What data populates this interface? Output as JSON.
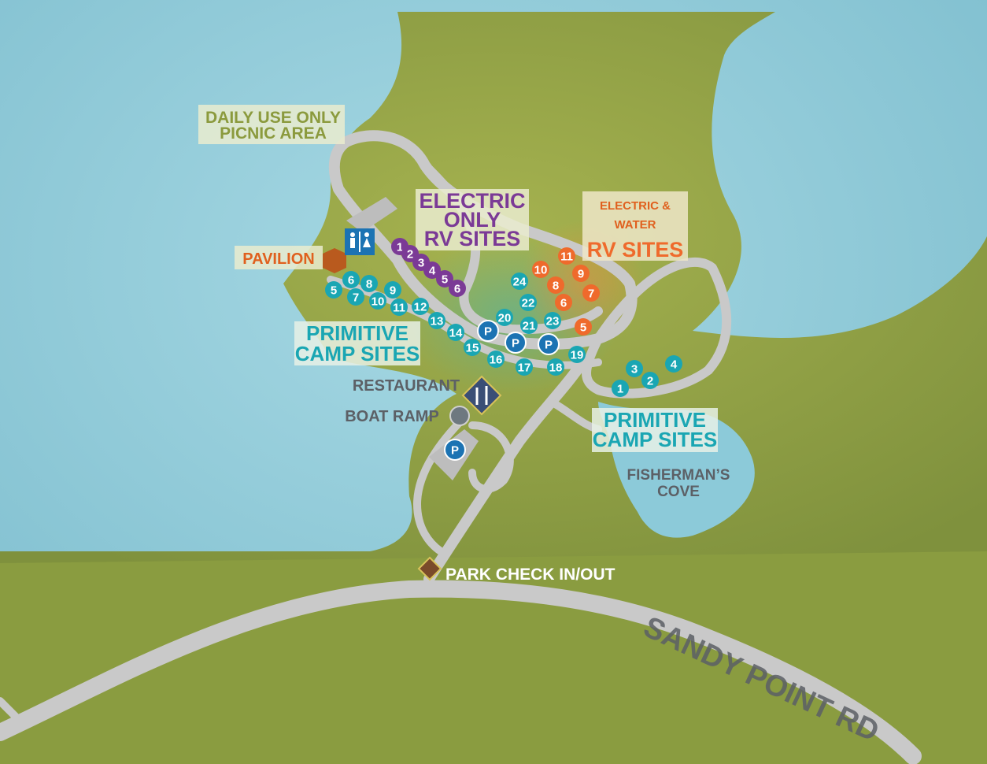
{
  "map": {
    "colors": {
      "water": "#8fcad8",
      "water_dark": "#6fb3c5",
      "land": "#8e9e44",
      "land_light": "#a3b050",
      "road": "#c9c9c9",
      "primitive": "#1aa6b3",
      "electric": "#7b3a96",
      "electric_water": "#ef6a2c",
      "parking": "#1c73b3",
      "facility": "#3a4e76",
      "pavilion": "#b95a1e",
      "label_gray": "#5c6066"
    },
    "labels": {
      "picnic_line1": "DAILY USE ONLY",
      "picnic_line2": "PICNIC AREA",
      "electric_line1": "ELECTRIC",
      "electric_line2": "ONLY",
      "electric_line3": "RV SITES",
      "ew_line1": "ELECTRIC &",
      "ew_line2": "WATER",
      "ew_line3": "RV SITES",
      "pavilion": "PAVILION",
      "primitive_west_line1": "PRIMITIVE",
      "primitive_west_line2": "CAMP SITES",
      "primitive_east_line1": "PRIMITIVE",
      "primitive_east_line2": "CAMP SITES",
      "restaurant": "RESTAURANT",
      "boat_ramp": "BOAT RAMP",
      "cove_line1": "FISHERMAN’S",
      "cove_line2": "COVE",
      "checkin": "PARK CHECK IN/OUT",
      "road": "SANDY POINT RD",
      "parking": "P"
    },
    "electric_sites": [
      "1",
      "2",
      "3",
      "4",
      "5",
      "6"
    ],
    "electric_water_sites": [
      "11",
      "10",
      "9",
      "8",
      "7",
      "6",
      "5"
    ],
    "primitive_west_sites": [
      "5",
      "6",
      "7",
      "8",
      "10",
      "9",
      "11",
      "12",
      "13",
      "14",
      "15",
      "16",
      "17",
      "18",
      "19",
      "20",
      "21",
      "22",
      "23",
      "24"
    ],
    "primitive_east_sites": [
      "1",
      "2",
      "3",
      "4"
    ],
    "parking_count": 4,
    "icons": [
      "restroom-icon",
      "restaurant-icon",
      "boat-ramp-icon",
      "pavilion-icon",
      "check-in-icon",
      "parking-icon"
    ]
  }
}
